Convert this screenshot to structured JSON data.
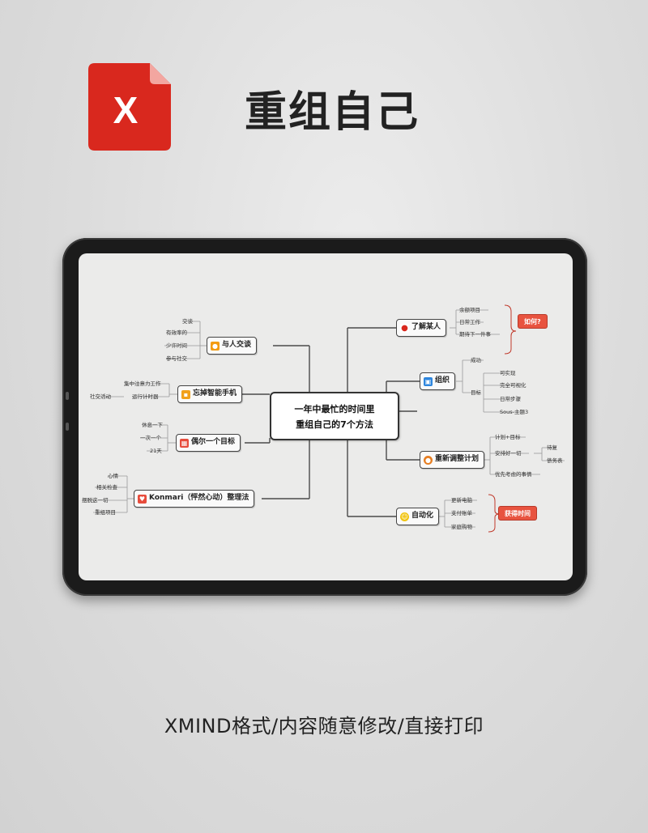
{
  "header": {
    "app_icon_letter": "X",
    "title": "重组自己"
  },
  "mindmap": {
    "central": [
      "一年中最忙的时间里",
      "重组自己的7个方法"
    ],
    "branches": {
      "talk": {
        "label": "与人交谈",
        "subs": [
          "交谈",
          "有效率的",
          "少许时间",
          "参与社交"
        ]
      },
      "phone": {
        "label": "忘掉智能手机",
        "subs": [
          "集中注意力工作",
          "运行计时器",
          "社交活动"
        ]
      },
      "goal": {
        "label": "偶尔一个目标",
        "subs": [
          "休息一下",
          "一次一个",
          "21天"
        ]
      },
      "konmari": {
        "label": "Konmari（怦然心动）整理法",
        "subs": [
          "心情",
          "相关检查",
          "摆脱这一切",
          "重组项目"
        ]
      },
      "know": {
        "label": "了解某人",
        "subs": [
          "余额项目",
          "日常工作",
          "期待下一件事"
        ],
        "callout": "如何?"
      },
      "organize": {
        "label": "组织",
        "subs": [
          "成功",
          "目标",
          "可实现",
          "完全可视化",
          "日常步骤",
          "Sous-主题3"
        ]
      },
      "plan": {
        "label": "重新调整计划",
        "subs": [
          "计划+目标",
          "安排好一切",
          "待复",
          "债务表",
          "优先考虑的事情"
        ]
      },
      "auto": {
        "label": "自动化",
        "subs": [
          "更新电脑",
          "支付账单",
          "家庭购物"
        ],
        "callout": "获得时间"
      }
    }
  },
  "footer": {
    "caption": "XMIND格式/内容随意修改/直接打印"
  },
  "colors": {
    "brand_red": "#d9281e",
    "callout_red": "#e8533f",
    "tablet_frame": "#1b1b1b"
  }
}
